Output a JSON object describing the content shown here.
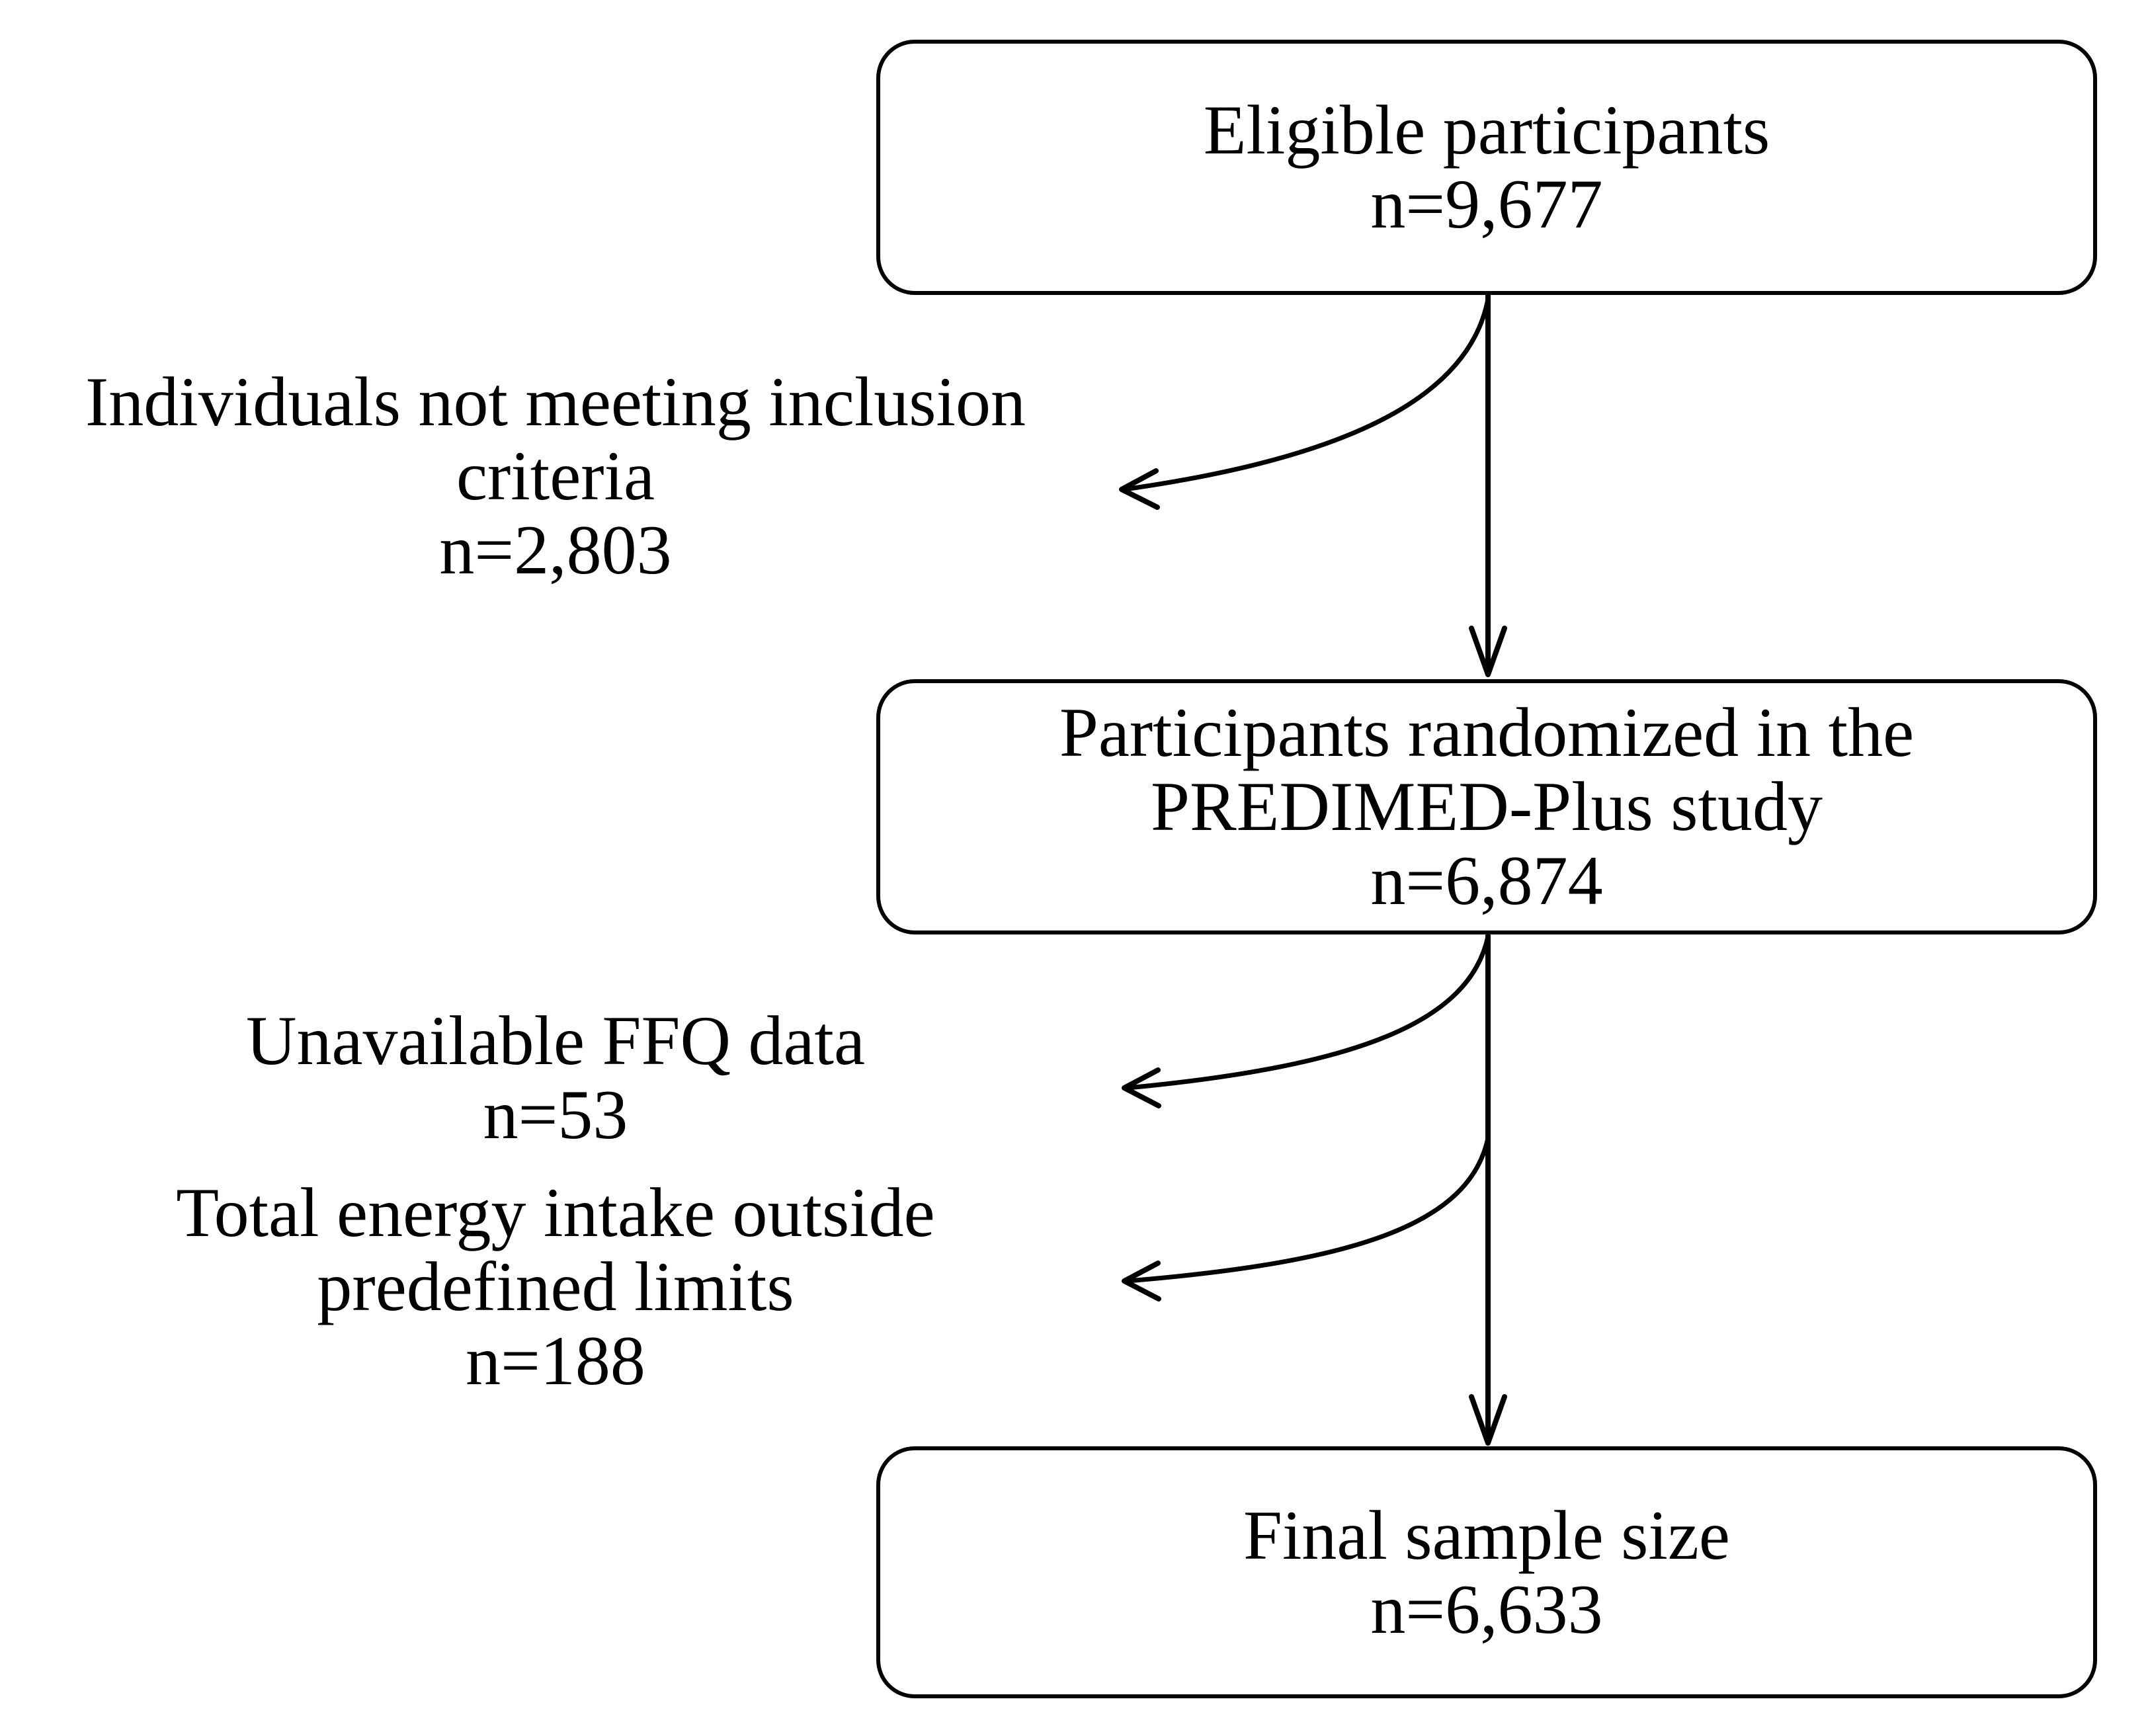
{
  "flowchart": {
    "boxes": [
      {
        "label": "Eligible participants",
        "n": "n=9,677"
      },
      {
        "label": "Participants randomized in the\nPREDIMED-Plus study",
        "n": "n=6,874"
      },
      {
        "label": "Final sample size",
        "n": "n=6,633"
      }
    ],
    "exclusions": [
      {
        "label": "Individuals not meeting inclusion\ncriteria",
        "n": "n=2,803"
      },
      {
        "label": "Unavailable FFQ data",
        "n": "n=53"
      },
      {
        "label": "Total energy intake outside\npredefined limits",
        "n": "n=188"
      }
    ],
    "connections": [
      {
        "from": "Eligible participants",
        "to": "Participants randomized in the PREDIMED-Plus study",
        "type": "main-flow"
      },
      {
        "from": "Eligible participants",
        "to": "Individuals not meeting inclusion criteria",
        "type": "exclusion"
      },
      {
        "from": "Participants randomized in the PREDIMED-Plus study",
        "to": "Final sample size",
        "type": "main-flow"
      },
      {
        "from": "Participants randomized in the PREDIMED-Plus study",
        "to": "Unavailable FFQ data",
        "type": "exclusion"
      },
      {
        "from": "Participants randomized in the PREDIMED-Plus study",
        "to": "Total energy intake outside predefined limits",
        "type": "exclusion"
      }
    ],
    "colors": {
      "stroke": "#000000",
      "text": "#000000",
      "background": "#ffffff"
    }
  }
}
